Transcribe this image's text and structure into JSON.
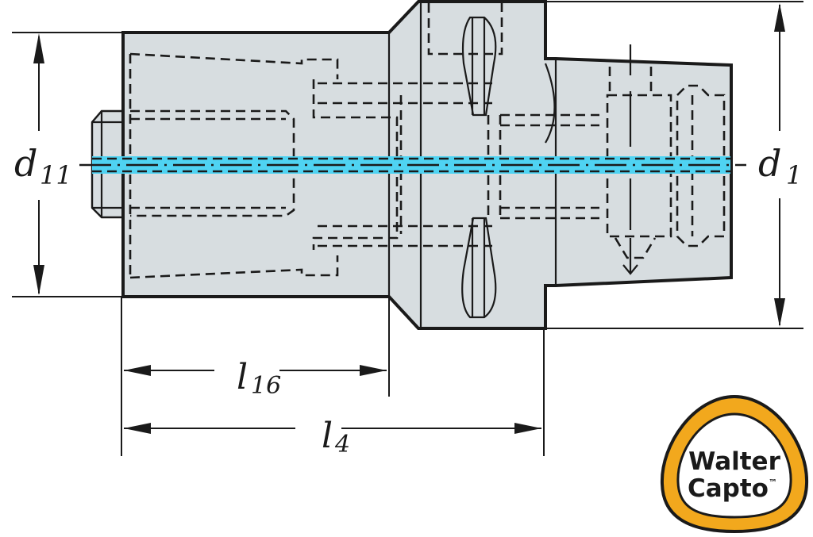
{
  "drawing": {
    "title": "Adaptor technical drawing",
    "dimensions": {
      "d11": {
        "symbol": "d",
        "subscript": "11"
      },
      "d1": {
        "symbol": "d",
        "subscript": "1"
      },
      "l16": {
        "symbol": "l",
        "subscript": "16"
      },
      "l4": {
        "symbol": "l",
        "subscript": "4"
      }
    },
    "colors": {
      "body": "#d7dde0",
      "outline": "#1a1a1a",
      "coolant_axis": "#4fd3f2"
    }
  },
  "logo": {
    "line1": "Walter",
    "line2": "Capto",
    "trademark": "™",
    "ring_color": "#f2a81d"
  }
}
